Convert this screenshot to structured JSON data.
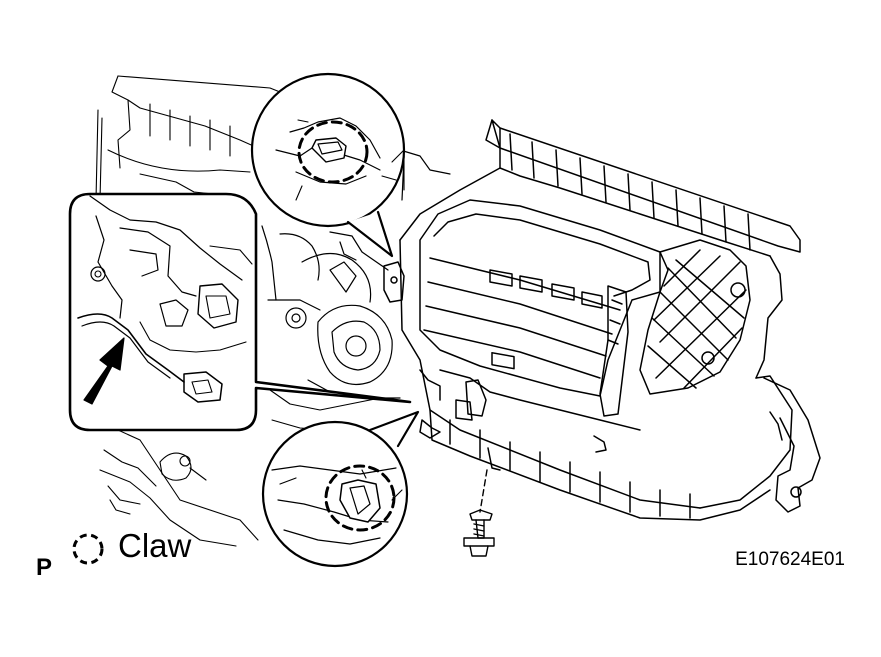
{
  "legend": {
    "letter": "P",
    "claw_symbol": "dashed-circle-icon",
    "claw_label": "Claw"
  },
  "figure_code": "E107624E01",
  "colors": {
    "line": "#000000",
    "background": "#ffffff"
  }
}
